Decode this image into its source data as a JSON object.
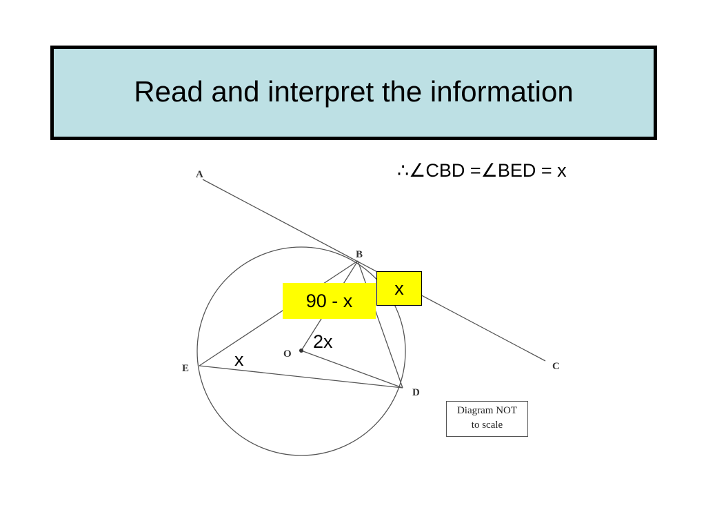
{
  "slide": {
    "title": "Read and interpret the information",
    "statement": "∴∠CBD =∠BED = x"
  },
  "diagram": {
    "point_labels": {
      "A": "A",
      "B": "B",
      "C": "C",
      "D": "D",
      "E": "E",
      "O": "O"
    },
    "angle_labels": {
      "angle_EBO": "90 - x",
      "angle_CBD": "x",
      "angle_BOD": "2x",
      "angle_BED": "x"
    },
    "note_line1": "Diagram NOT",
    "note_line2": "to scale"
  },
  "colors": {
    "title_background": "#bde0e4",
    "highlight": "#ffff00",
    "line": "#555555"
  }
}
